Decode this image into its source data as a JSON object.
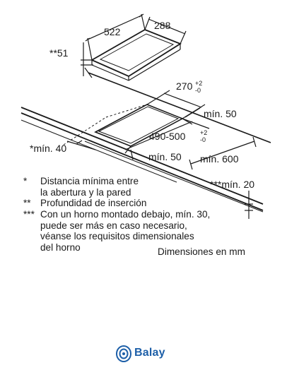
{
  "dimensions": {
    "width": "522",
    "depth": "288",
    "thickness": "**51",
    "cutout_depth": "270",
    "cutout_depth_tol_plus": "+2",
    "cutout_depth_tol_minus": "-0",
    "min_back": "mín. 50",
    "cutout_width": "490-500",
    "cutout_width_tol_plus": "+2",
    "cutout_width_tol_minus": "-0",
    "min_side": "*mín. 40",
    "min_front": "mín. 50",
    "min_worktop": "mín. 600",
    "min_oven": "***mín. 20"
  },
  "notes": [
    {
      "mark": "*",
      "lines": [
        "Distancia mínima entre",
        "la abertura y la pared"
      ]
    },
    {
      "mark": "**",
      "lines": [
        "Profundidad de inserción"
      ]
    },
    {
      "mark": "***",
      "lines": [
        "Con un horno montado debajo, mín. 30,",
        "puede ser más en caso necesario,",
        "véanse los requisitos dimensionales",
        "del horno"
      ]
    }
  ],
  "units_label": "Dimensiones en mm",
  "brand": {
    "name": "Balay",
    "color": "#1d5fa8"
  },
  "colors": {
    "line": "#1a1a1a",
    "background": "#ffffff"
  }
}
